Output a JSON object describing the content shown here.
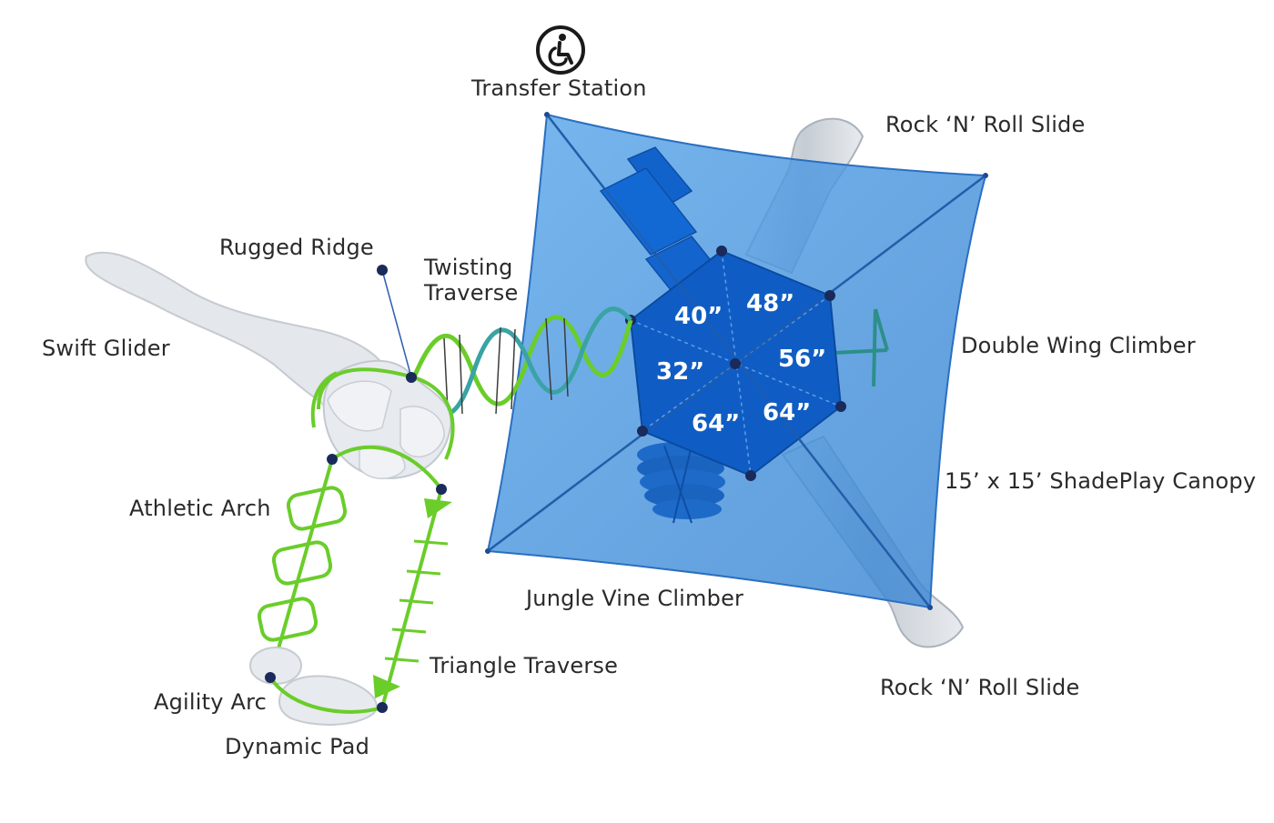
{
  "labels": {
    "transfer_station": "Transfer Station",
    "rock_roll_slide_top": "Rock ‘N’ Roll Slide",
    "rugged_ridge": "Rugged Ridge",
    "twisting_traverse_line1": "Twisting",
    "twisting_traverse_line2": "Traverse",
    "swift_glider": "Swift Glider",
    "double_wing_climber": "Double Wing Climber",
    "shadeplay_canopy": "15’ x 15’ ShadePlay Canopy",
    "athletic_arch": "Athletic Arch",
    "jungle_vine_climber": "Jungle Vine Climber",
    "triangle_traverse": "Triangle Traverse",
    "rock_roll_slide_bottom": "Rock ‘N’ Roll Slide",
    "agility_arc": "Agility Arc",
    "dynamic_pad": "Dynamic Pad"
  },
  "deck_heights": {
    "d40": "40”",
    "d48": "48”",
    "d32": "32”",
    "d56": "56”",
    "d64_left": "64”",
    "d64_right": "64”"
  },
  "icons": {
    "accessibility": "wheelchair-accessible-icon"
  },
  "colors": {
    "canopy": "#3f8fdc",
    "deck": "#1160c8",
    "slide": "#c9d0d8",
    "green_structure": "#6acd2a",
    "teal_structure": "#3aa3a3",
    "node": "#1a2a5a",
    "text": "#2a2a2a"
  }
}
